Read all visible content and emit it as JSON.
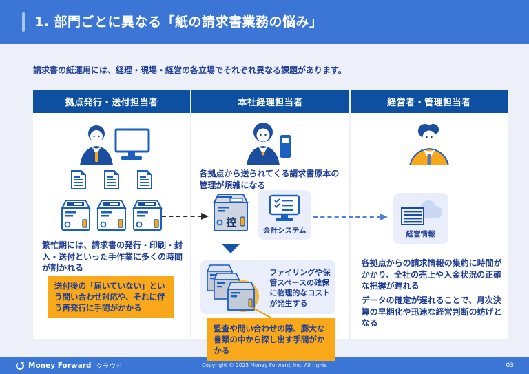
{
  "header": {
    "title": "1. 部門ごとに異なる「紙の請求書業務の悩み」"
  },
  "intro": "請求書の紙運用には、経理・現場・経営の各立場でそれぞれ異なる課題があります。",
  "columns": [
    {
      "header": "拠点発行・送付担当者",
      "body_text": "繁忙期には、請求書の発行・印刷・封入・送付といった手作業に多くの時間が割かれる",
      "highlight": "送付後の「届いていない」という問い合わせ対応や、それに伴う再発行に手間がかかる"
    },
    {
      "header": "本社経理担当者",
      "body_text": "各拠点から送られてくる請求書原本の管理が煩雑になる",
      "copy_stamp": "控",
      "system_label": "会計システム",
      "filing_text": "ファイリングや保管スペースの確保に物理的なコストが発生する",
      "highlight": "監査や問い合わせの際、膨大な書類の中から探し出す手間がかかる"
    },
    {
      "header": "経営者・管理担当者",
      "info_label": "経営情報",
      "body_text1": "各拠点からの請求情報の集約に時間がかかり、全社の売上や入金状況の正確な把握が遅れる",
      "body_text2": "データの確定が遅れることで、月次決算の早期化や迅速な経営判断の妨げとなる"
    }
  ],
  "footer": {
    "brand": "Money Forward",
    "suffix": "クラウド",
    "copyright": "Copyright © 2025 Money Forward, Inc. All rights",
    "page_number": "03"
  },
  "colors": {
    "header_blue": "#3b76d6",
    "column_header_blue": "#0d4fa1",
    "text_blue": "#1e3e95",
    "highlight_orange": "#f9a81a",
    "panel_light_blue": "#e9eefa",
    "page_background": "#edf0f9",
    "icon_stroke_blue": "#1b5fc1",
    "icon_dark_blue": "#1c4ea0"
  }
}
